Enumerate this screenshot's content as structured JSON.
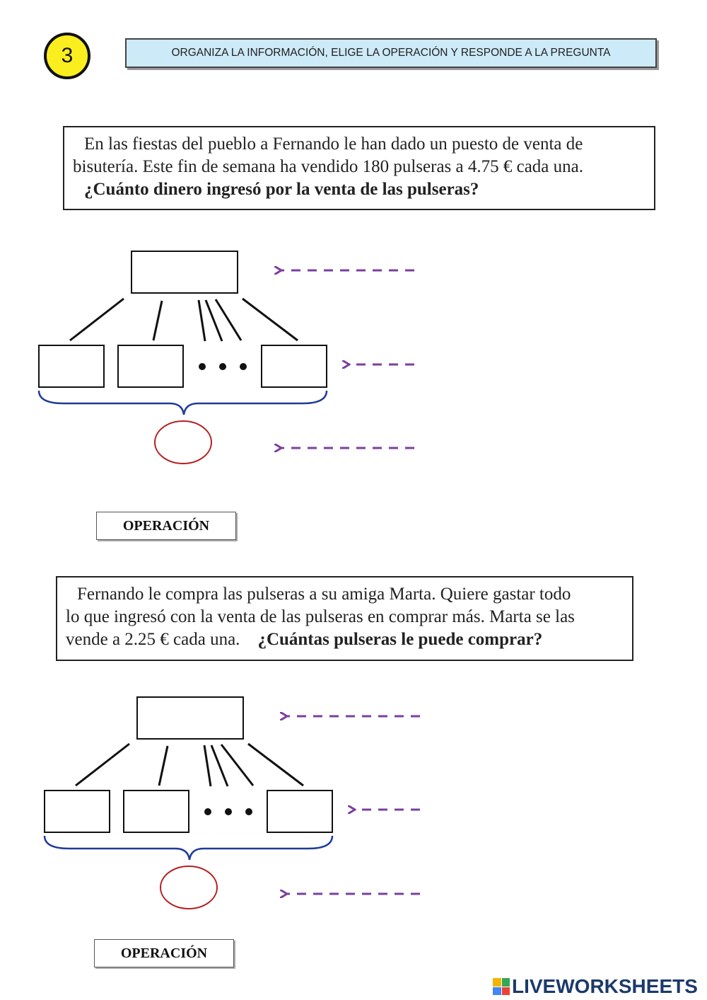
{
  "header": {
    "number": "3",
    "instruction": "ORGANIZA LA INFORMACIÓN, ELIGE LA OPERACIÓN Y RESPONDE A LA PREGUNTA"
  },
  "problem1": {
    "line1": "En las fiestas del pueblo a Fernando le han dado un puesto de venta de",
    "line2": "bisutería. Este fin de semana ha vendido 180 pulseras a 4.75 € cada una.",
    "question": "¿Cuánto dinero ingresó por la venta de las pulseras?"
  },
  "problem2": {
    "line1": "Fernando le compra las pulseras a su amiga Marta. Quiere gastar todo",
    "line2": "lo que ingresó con la venta de las pulseras en comprar más. Marta se las",
    "line3": "vende a 2.25 € cada una.",
    "question": "¿Cuántas pulseras le puede comprar?"
  },
  "operation_label": "OPERACIÓN",
  "colors": {
    "badge": "#fbee1f",
    "instruction_bg": "#cdeaf8",
    "arrow": "#7b3fa0",
    "brace": "#1f3b9a",
    "ellipse": "#b52020"
  },
  "logo": {
    "text": "LIVEWORKSHEETS"
  }
}
